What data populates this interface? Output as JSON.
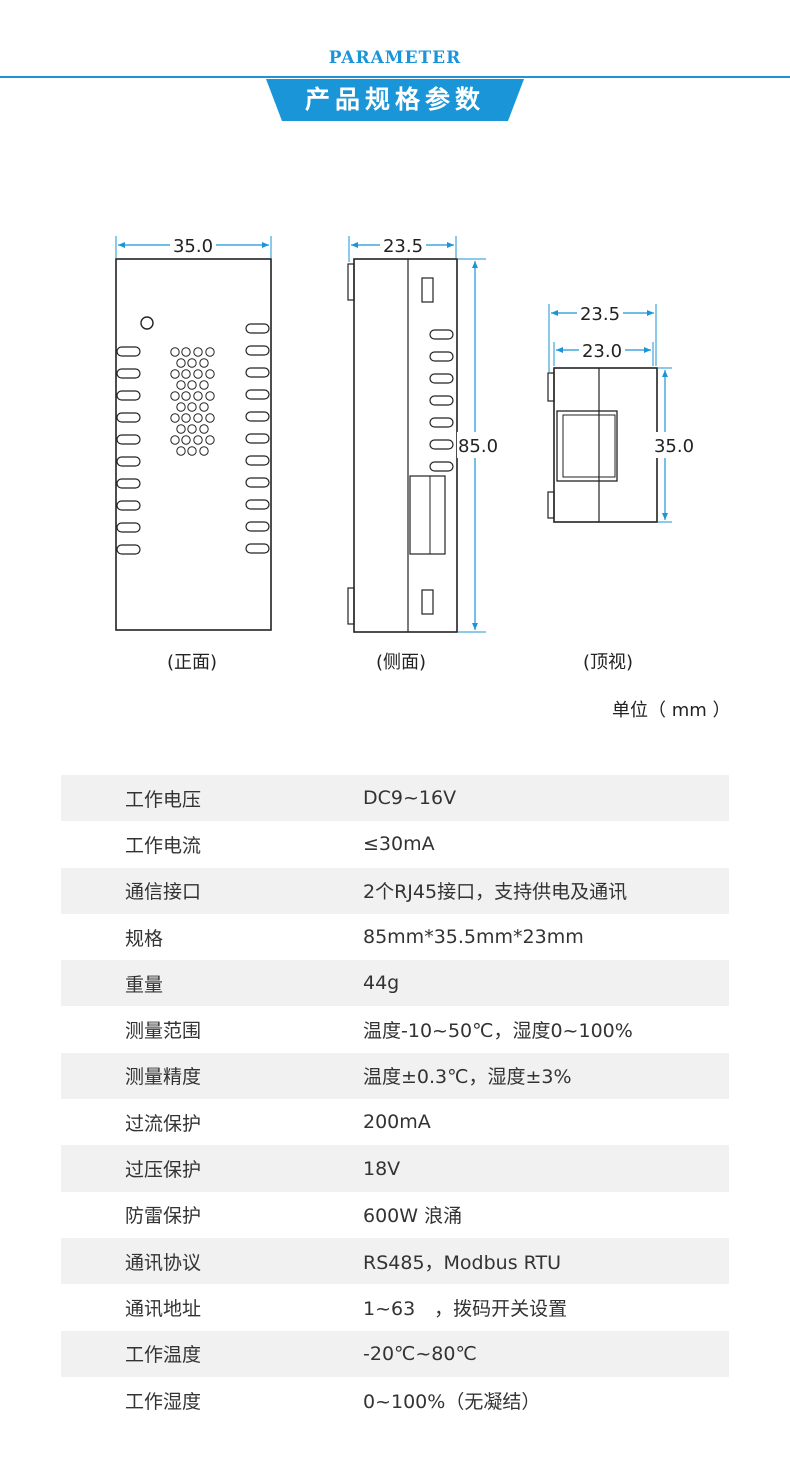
{
  "header": {
    "en_title": "PARAMETER",
    "cn_title": "产品规格参数",
    "accent_color": "#1a96d8"
  },
  "drawings": {
    "front": {
      "caption": "(正面)",
      "width_label": "35.0"
    },
    "side": {
      "caption": "(侧面)",
      "width_label": "23.5",
      "height_label": "85.0"
    },
    "top": {
      "caption": "(顶视)",
      "outer_width_label": "23.5",
      "inner_width_label": "23.0",
      "height_label": "35.0"
    },
    "unit_label": "单位（ mm ）"
  },
  "specs": [
    {
      "key": "工作电压",
      "value": "DC9~16V"
    },
    {
      "key": "工作电流",
      "value": "≤30mA"
    },
    {
      "key": "通信接口",
      "value": "2个RJ45接口，支持供电及通讯"
    },
    {
      "key": "规格",
      "value": "85mm*35.5mm*23mm"
    },
    {
      "key": "重量",
      "value": "44g"
    },
    {
      "key": "测量范围",
      "value": "温度-10~50℃，湿度0~100%"
    },
    {
      "key": "测量精度",
      "value": "温度±0.3℃，湿度±3%"
    },
    {
      "key": "过流保护",
      "value": "200mA"
    },
    {
      "key": "过压保护",
      "value": "18V"
    },
    {
      "key": "防雷保护",
      "value": "600W 浪涌"
    },
    {
      "key": "通讯协议",
      "value": "RS485，Modbus RTU"
    },
    {
      "key": "通讯地址",
      "value": "1~63　，拨码开关设置"
    },
    {
      "key": "工作温度",
      "value": "-20℃~80℃"
    },
    {
      "key": "工作湿度",
      "value": "0~100%（无凝结）"
    }
  ]
}
